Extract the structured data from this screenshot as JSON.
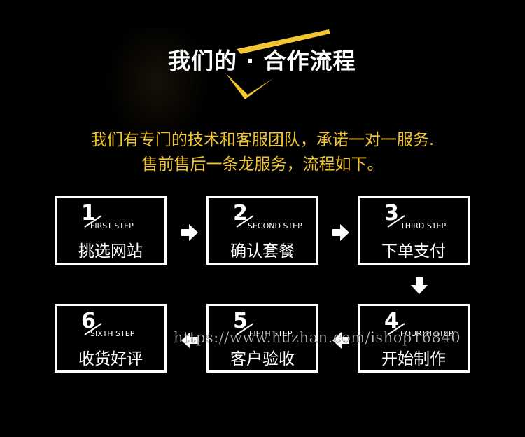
{
  "title": "我们的 · 合作流程",
  "intro": {
    "line1": "我们有专门的技术和客服团队，承诺一对一服务.",
    "line2": "售前售后一条龙服务，流程如下。"
  },
  "steps": [
    {
      "num": "1",
      "en": "FIRST STEP",
      "cn": "挑选网站"
    },
    {
      "num": "2",
      "en": "SECOND STEP",
      "cn": "确认套餐"
    },
    {
      "num": "3",
      "en": "THIRD  STEP",
      "cn": "下单支付"
    },
    {
      "num": "4",
      "en": "FOURTH STEP",
      "cn": "开始制作"
    },
    {
      "num": "5",
      "en": "FIFTH STEP",
      "cn": "客户验收"
    },
    {
      "num": "6",
      "en": "SIXTH STEP",
      "cn": "收货好评"
    }
  ],
  "watermark": "https://www.huzhan.com/ishop16840",
  "colors": {
    "background": "#000000",
    "accent": "#f2c533",
    "text": "#ffffff"
  },
  "icons": {
    "flow_right": "arrow-right-icon",
    "flow_down": "arrow-down-icon",
    "flow_left": "arrow-left-icon",
    "title_decoration": "yellow-chevron-decoration"
  }
}
